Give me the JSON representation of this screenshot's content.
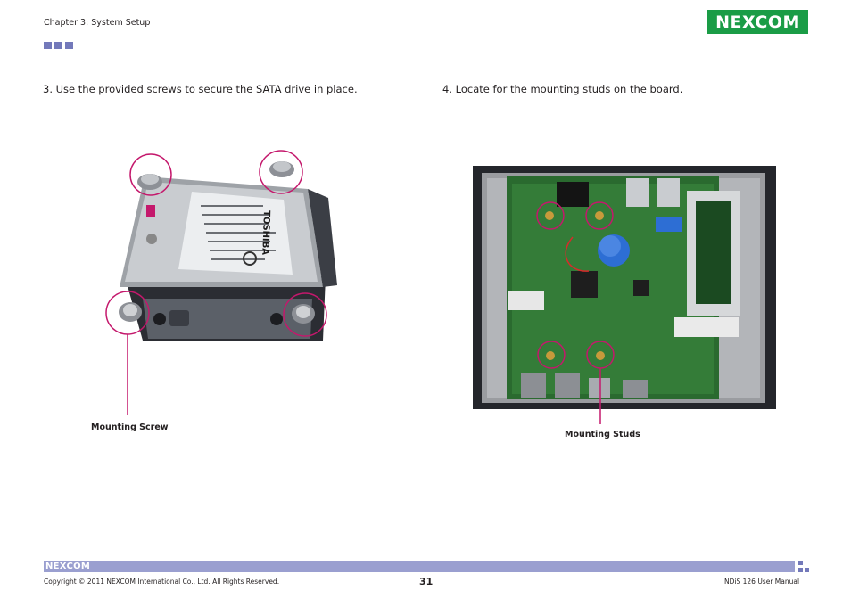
{
  "header": {
    "chapter": "Chapter 3: System Setup",
    "logo_text": "NEXCOM"
  },
  "steps": {
    "step3": "3. Use the provided screws to secure the SATA drive in place.",
    "step4": "4. Locate for the mounting studs on the board."
  },
  "figure_left": {
    "drive_brand": "TOSHIBA",
    "callout": "Mounting Screw"
  },
  "figure_right": {
    "callout": "Mounting Studs"
  },
  "footer": {
    "logo_text": "NEXCOM",
    "copyright": "Copyright © 2011 NEXCOM International Co., Ltd. All Rights Reserved.",
    "page_number": "31",
    "manual": "NDiS 126 User Manual"
  },
  "colors": {
    "brand_green": "#1a9c46",
    "accent_purple": "#7379ba",
    "callout_magenta": "#c4186c"
  }
}
